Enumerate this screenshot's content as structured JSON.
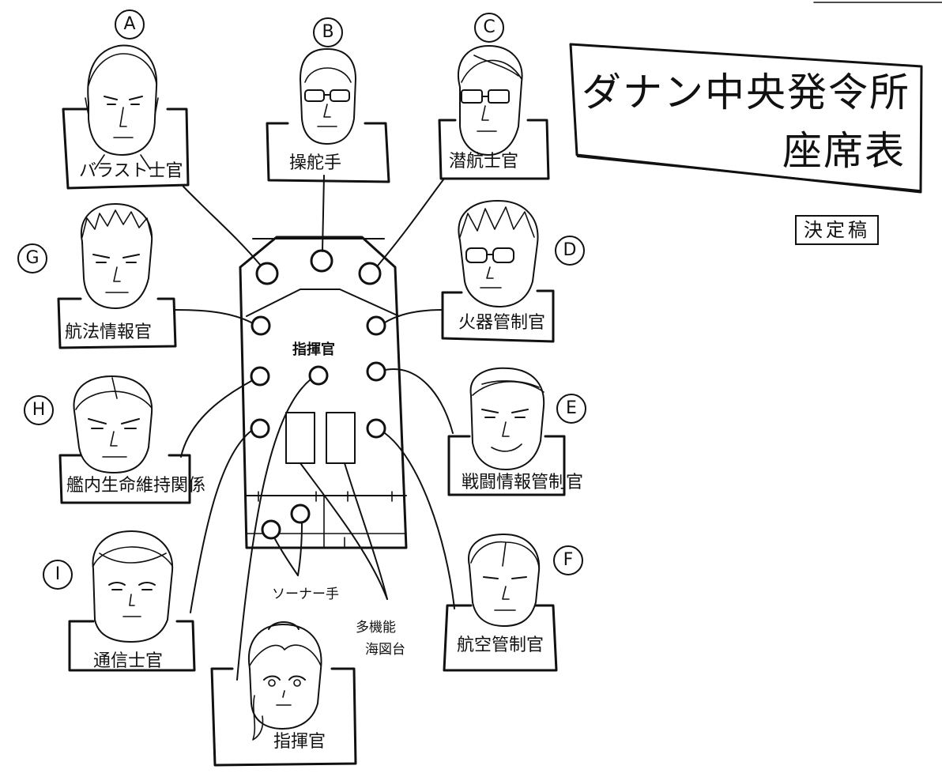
{
  "title": {
    "line1": "ダナン中央発令所",
    "line2": "座席表",
    "stamp": "決定稿"
  },
  "floor_plan": {
    "center_label": "指揮官",
    "sonar_label": "ソーナー手",
    "console_label_line1": "多機能",
    "console_label_line2": "海図台"
  },
  "roles": [
    {
      "id": "A",
      "label": "バラスト士官"
    },
    {
      "id": "B",
      "label": "操舵手"
    },
    {
      "id": "C",
      "label": "潜航士官"
    },
    {
      "id": "D",
      "label": "火器管制官"
    },
    {
      "id": "E",
      "label": "戦闘情報管制官"
    },
    {
      "id": "F",
      "label": "航空管制官"
    },
    {
      "id": "G",
      "label": "航法情報官"
    },
    {
      "id": "H",
      "label": "艦内生命維持関係"
    },
    {
      "id": "I",
      "label": "通信士官"
    },
    {
      "id": "",
      "label": "指揮官"
    }
  ],
  "icons": {
    "portrait": "character-portrait-icon"
  }
}
